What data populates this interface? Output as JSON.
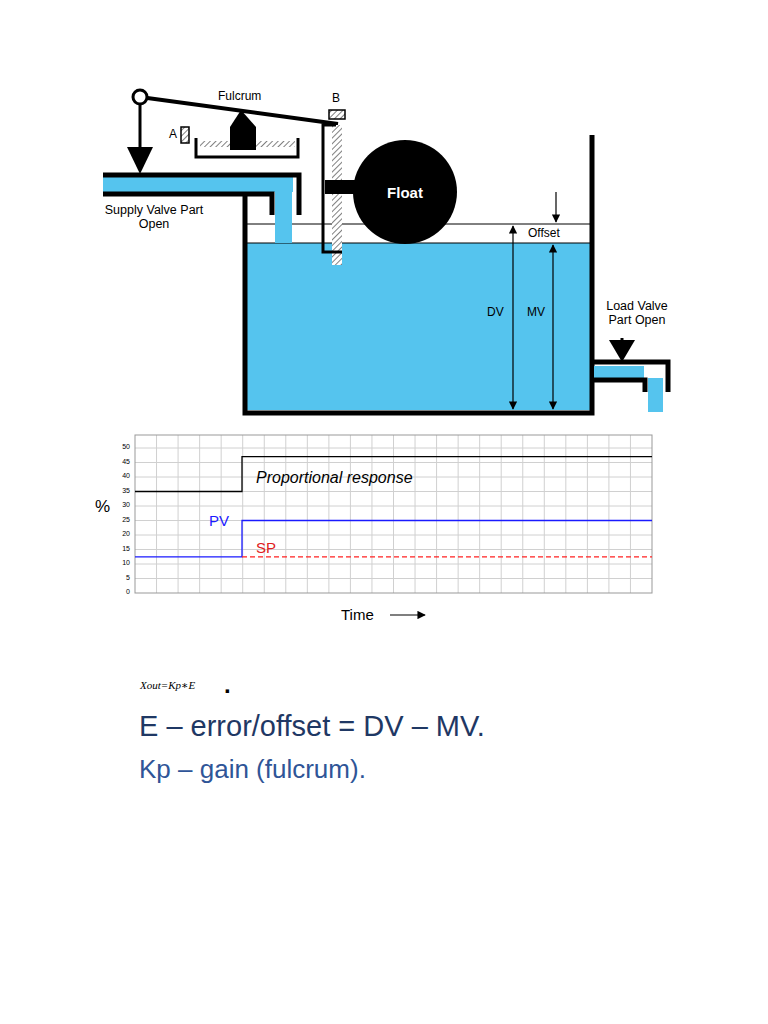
{
  "diagram": {
    "nodes": [
      {
        "text": [
          "Float"
        ]
      }
    ],
    "labels": [
      "Fulcrum",
      "A",
      "B",
      "Supply Valve Part Open",
      "Offset",
      "DV",
      "MV",
      "Load Valve Part Open",
      "50",
      "45",
      "40",
      "35",
      "30",
      "25",
      "20",
      "15",
      "10",
      "5",
      "0",
      "%",
      "Proportional response",
      "PV",
      "SP",
      "Time",
      "Xout=Kp∗E",
      ".",
      "E – error/offset = DV – MV.",
      "Kp – gain (fulcrum)."
    ]
  }
}
